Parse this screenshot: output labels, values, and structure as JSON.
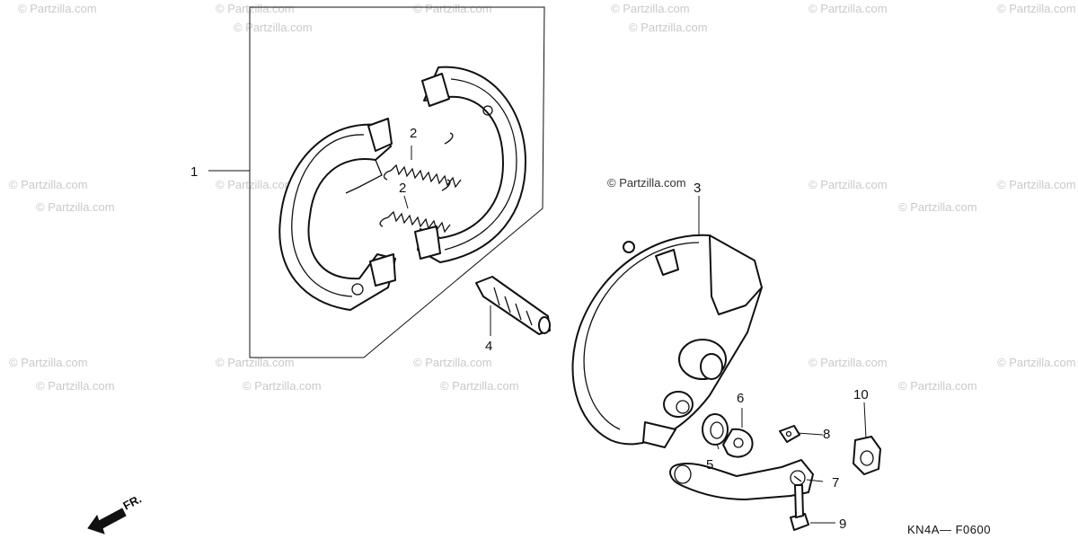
{
  "watermark": {
    "text": "© Partzilla.com",
    "highlight_text": "© Partzilla.com"
  },
  "callouts": [
    "1",
    "2",
    "2",
    "3",
    "4",
    "5",
    "6",
    "7",
    "8",
    "9",
    "10"
  ],
  "diagram_code": "KN4A— F0600",
  "front_marker": "FR.",
  "colors": {
    "line": "#111111",
    "watermark": "#c9c9c9",
    "background": "#ffffff"
  }
}
